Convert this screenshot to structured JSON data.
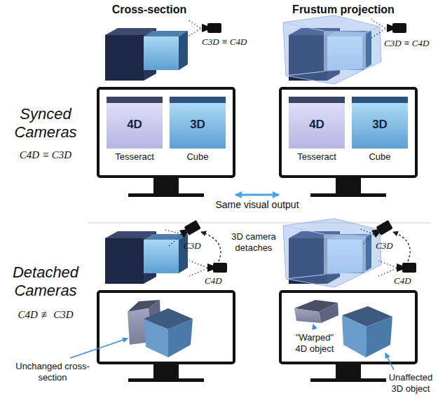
{
  "diagram": {
    "nodes": [
      {
        "text": []
      },
      {
        "text": [
          "4D",
          "Tesseract"
        ],
        "in": 0
      },
      {
        "text": [
          "3D",
          "Cube"
        ],
        "in": 0
      },
      {
        "text": []
      },
      {
        "text": [
          "4D",
          "Tesseract"
        ],
        "in": 3
      },
      {
        "text": [
          "3D",
          "Cube"
        ],
        "in": 3
      }
    ],
    "edges": [
      {
        "from": 0,
        "to": 3,
        "arrow": "both",
        "label": "Same visual output"
      }
    ],
    "labels": [
      "Cross-section",
      "Frustum projection",
      "Synced Cameras",
      "C4D ≡ C3D",
      "C3D ≡ C4D",
      "C3D ≡ C4D",
      "Detached Cameras",
      "C4D ≢ C3D",
      "C3D",
      "C4D",
      "3D camera detaches",
      "C3D",
      "C4D",
      "Unchanged cross-section",
      "\"Warped\" 4D object",
      "Unaffected 3D object"
    ]
  }
}
